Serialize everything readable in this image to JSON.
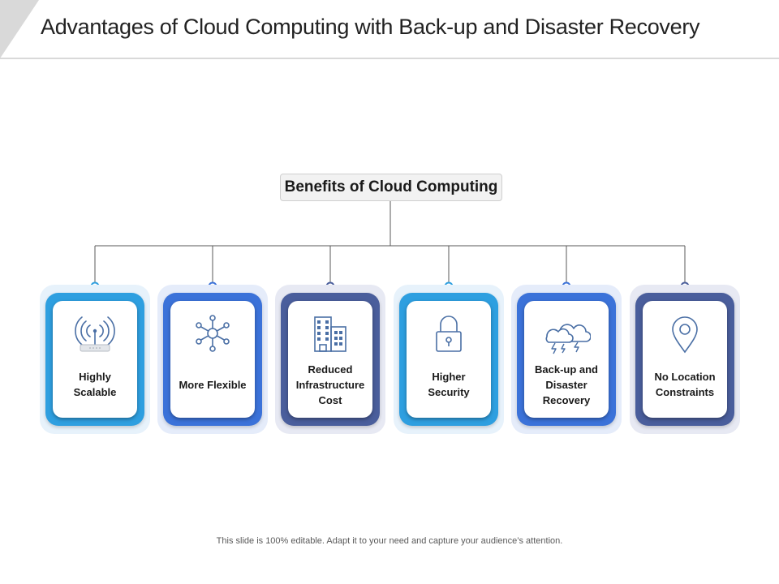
{
  "title": "Advantages of Cloud Computing with Back-up and Disaster Recovery",
  "root": {
    "label": "Benefits of Cloud Computing"
  },
  "cards": [
    {
      "label": "Highly Scalable",
      "icon": "wifi-router-icon",
      "outer": "#e7f2fb",
      "mid": "#2e9fe0"
    },
    {
      "label": "More Flexible",
      "icon": "network-hub-icon",
      "outer": "#e5ecfa",
      "mid": "#3b72d9"
    },
    {
      "label": "Reduced Infrastructure Cost",
      "icon": "office-buildings-icon",
      "outer": "#e7e9f3",
      "mid": "#4a5e9c"
    },
    {
      "label": "Higher Security",
      "icon": "padlock-icon",
      "outer": "#e7f2fb",
      "mid": "#2e9fe0"
    },
    {
      "label": "Back-up and Disaster Recovery",
      "icon": "storm-cloud-icon",
      "outer": "#e5ecfa",
      "mid": "#3b72d9"
    },
    {
      "label": "No Location Constraints",
      "icon": "location-pin-icon",
      "outer": "#e7e9f3",
      "mid": "#4a5e9c"
    }
  ],
  "connector_color": "#595959",
  "icon_color": "#4a6fa5",
  "footer": "This slide is 100% editable. Adapt it to your need and capture your audience’s attention."
}
